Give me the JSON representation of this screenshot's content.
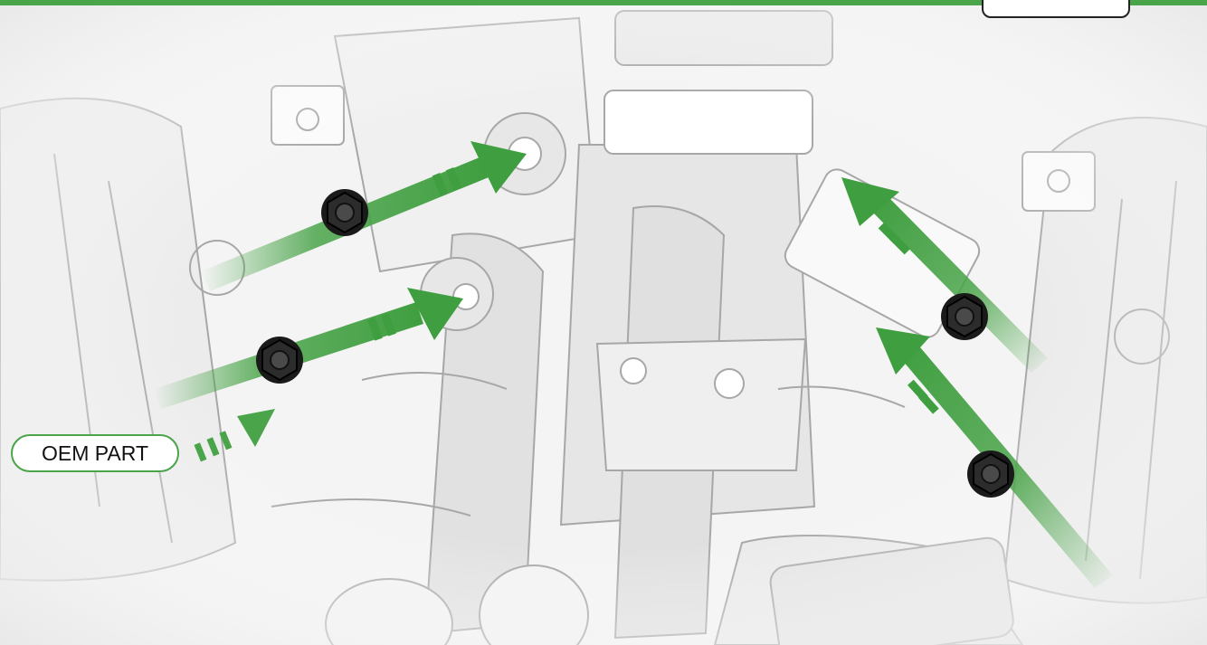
{
  "callout": {
    "oem_label": "OEM PART"
  },
  "parts": [
    {
      "name": "flange-nut",
      "count": 4
    }
  ],
  "colors": {
    "accent": "#4aa44a",
    "line": "#222222"
  },
  "icons": [
    "hex-flange-nut-icon",
    "install-arrow-icon"
  ]
}
